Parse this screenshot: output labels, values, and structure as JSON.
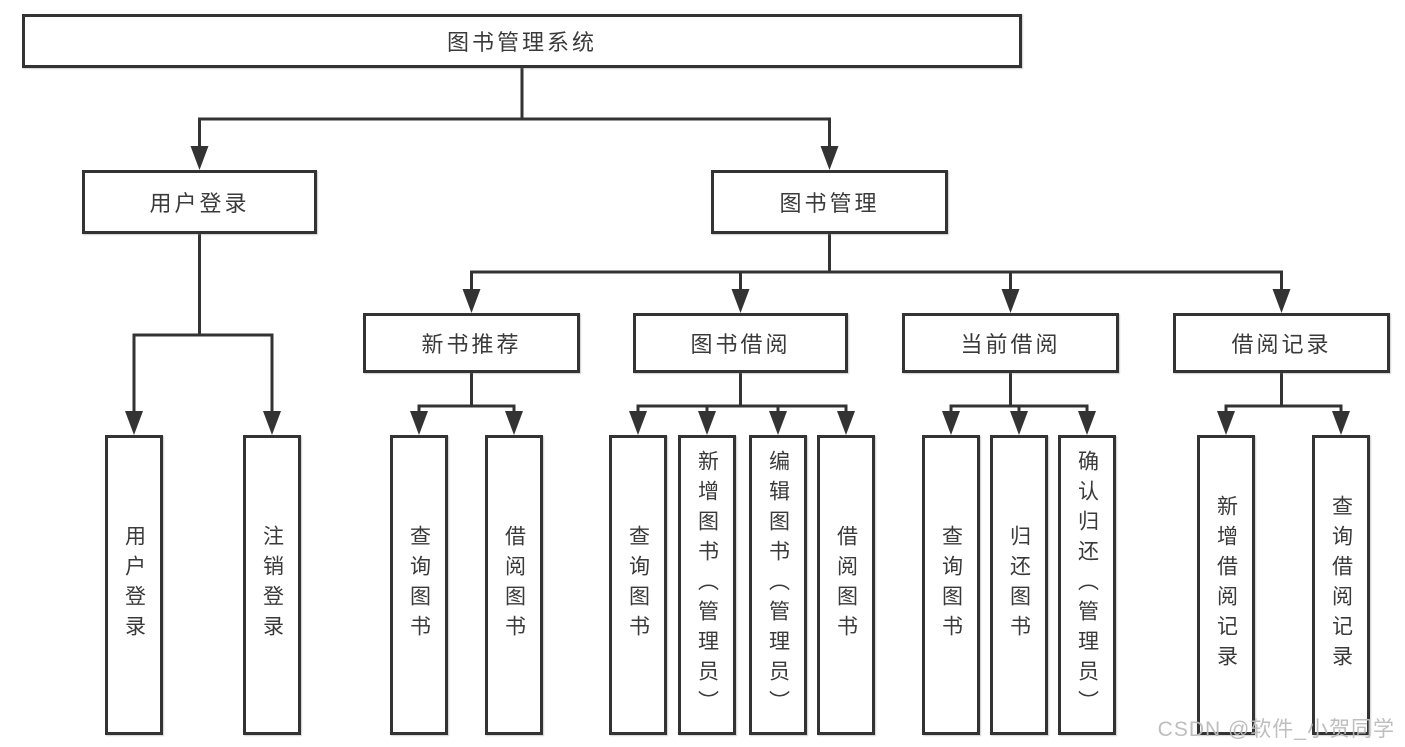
{
  "diagram": {
    "root": {
      "label": "图书管理系统"
    },
    "level2": [
      {
        "label": "用户登录"
      },
      {
        "label": "图书管理"
      }
    ],
    "level3": [
      {
        "label": "新书推荐"
      },
      {
        "label": "图书借阅"
      },
      {
        "label": "当前借阅"
      },
      {
        "label": "借阅记录"
      }
    ],
    "leaves": {
      "user_login": [
        {
          "label": "用户登录"
        },
        {
          "label": "注销登录"
        }
      ],
      "new_book_recommend": [
        {
          "label": "查询图书"
        },
        {
          "label": "借阅图书"
        }
      ],
      "book_borrowing": [
        {
          "label": "查询图书"
        },
        {
          "label": "新增图书（管理员）"
        },
        {
          "label": "编辑图书（管理员）"
        },
        {
          "label": "借阅图书"
        }
      ],
      "current_borrowing": [
        {
          "label": "查询图书"
        },
        {
          "label": "归还图书"
        },
        {
          "label": "确认归还（管理员）"
        }
      ],
      "borrowing_records": [
        {
          "label": "新增借阅记录"
        },
        {
          "label": "查询借阅记录"
        }
      ]
    }
  },
  "watermark": {
    "text": "CSDN @软件_小贺同学"
  },
  "colors": {
    "line": "#333333",
    "box_border": "#333333",
    "text": "#3a3a3a",
    "background": "#ffffff",
    "watermark": "#bababa"
  }
}
